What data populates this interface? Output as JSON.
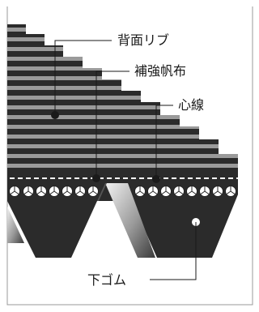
{
  "labels": {
    "back_rib": "背面リブ",
    "reinforcement_canvas": "補強帆布",
    "core_wire": "心線",
    "lower_rubber": "下ゴム"
  },
  "colors": {
    "rubber": "#2b2b2b",
    "stripe": "#9a9a9a",
    "dashed_line": "#ffffff",
    "cord_fill": "#ffffff",
    "cord_stroke": "#222222",
    "leader_line": "#1a1a1a",
    "gradient_light": "#f2f2f2",
    "gradient_dark": "#3a3a3a",
    "frame": "#9a9a9a"
  },
  "icons": {
    "core_wire_cross_section": "circle-with-y-mark"
  }
}
